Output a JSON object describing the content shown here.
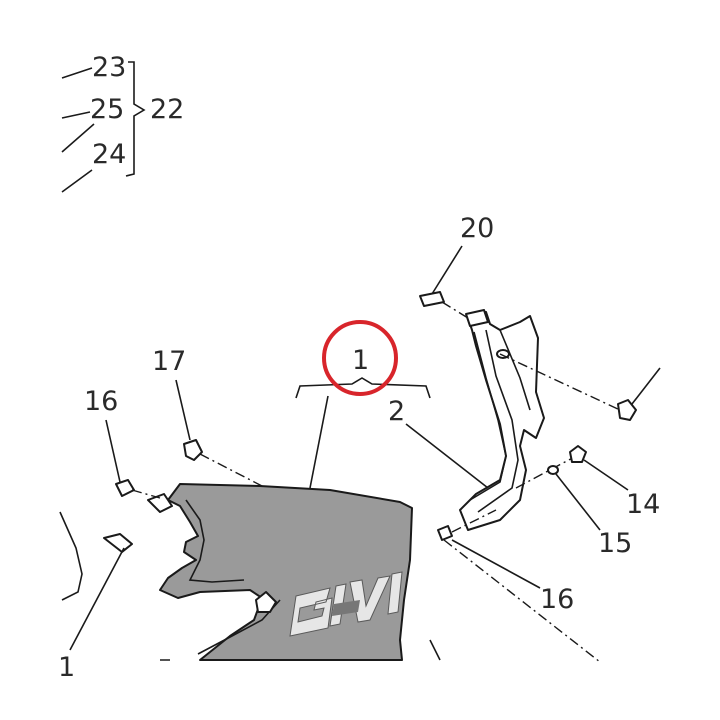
{
  "labels": {
    "l23": "23",
    "l25": "25",
    "l22": "22",
    "l24": "24",
    "l20": "20",
    "l17": "17",
    "l16_left": "16",
    "l1": "1",
    "l2": "2",
    "l14": "14",
    "l15": "15",
    "l16_right": "16",
    "l1_partial": "1"
  },
  "colors": {
    "highlight_circle": "#d8252b",
    "panel_fill": "#9a9a9a",
    "line": "#1a1a1a"
  }
}
